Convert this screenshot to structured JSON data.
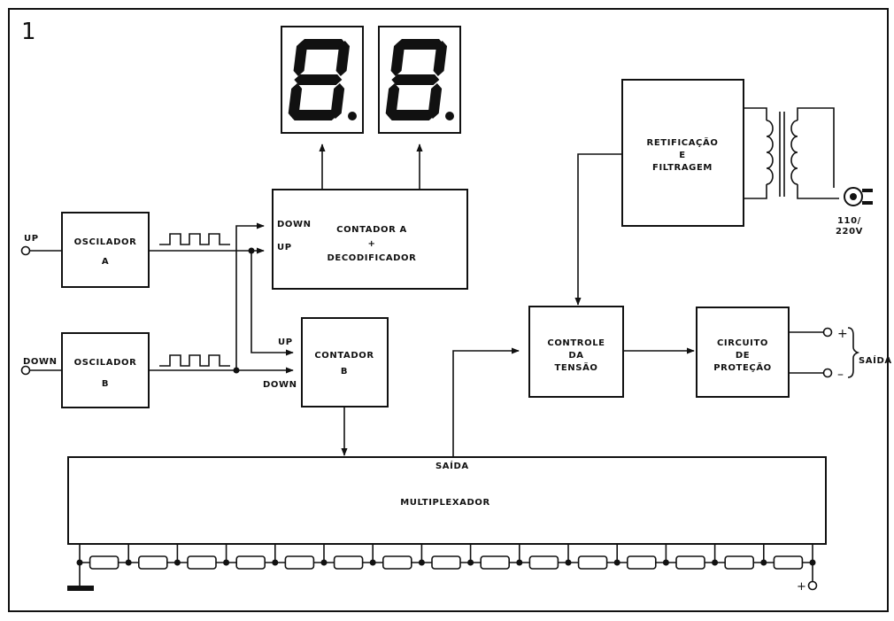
{
  "figure_number": "1",
  "blocks": {
    "osc_a": [
      "OSCILADOR",
      "A"
    ],
    "osc_b": [
      "OSCILADOR",
      "B"
    ],
    "counter_a": [
      "CONTADOR  A",
      "+",
      "DECODIFICADOR"
    ],
    "counter_b": [
      "CONTADOR",
      "B"
    ],
    "rectifier": [
      "RETIFICAÇÃO",
      "E",
      "FILTRAGEM"
    ],
    "voltage_control": [
      "CONTROLE",
      "DA",
      "TENSÃO"
    ],
    "protection": [
      "CIRCUITO",
      "DE",
      "PROTEÇÃO"
    ],
    "multiplexer": "MULTIPLEXADOR"
  },
  "pins": {
    "down_a": "DOWN",
    "up_a": "UP",
    "up_b": "UP",
    "down_b": "DOWN",
    "mux_out": "SAÍDA"
  },
  "terminals": {
    "up_input": "UP",
    "down_input": "DOWN",
    "mains": [
      "110/",
      "220V"
    ],
    "out_plus": "+",
    "out_minus": "–",
    "out_label": "SAÍDA",
    "supply_plus": "+"
  },
  "resistor_count": 15
}
